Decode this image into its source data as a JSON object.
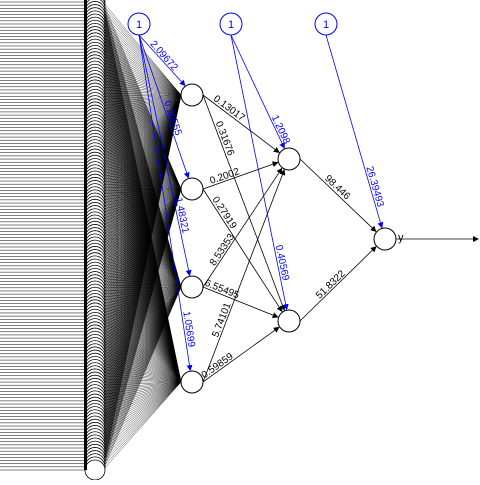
{
  "diagram": {
    "output_label": "y",
    "bias_label": "1",
    "colors": {
      "edge": "#000000",
      "bias": "#0000ff",
      "node_fill": "#ffffff"
    },
    "hidden1_weights_to_hidden2": [
      [
        "0.13017",
        "0.31676"
      ],
      [
        "0.2002",
        "0.27919"
      ],
      [
        "8.53353",
        "6.55495"
      ],
      [
        "5.74101",
        "0.59859"
      ]
    ],
    "hidden2_weights_to_output": [
      "98.446",
      "51.8322"
    ],
    "bias_weights_hidden1": [
      "2.09672",
      "0.26555",
      "1.48321",
      "1.05699"
    ],
    "bias_weights_hidden2": [
      "1.2098",
      "0.40569"
    ],
    "bias_weight_output": "26.39493",
    "input_count": 150
  }
}
